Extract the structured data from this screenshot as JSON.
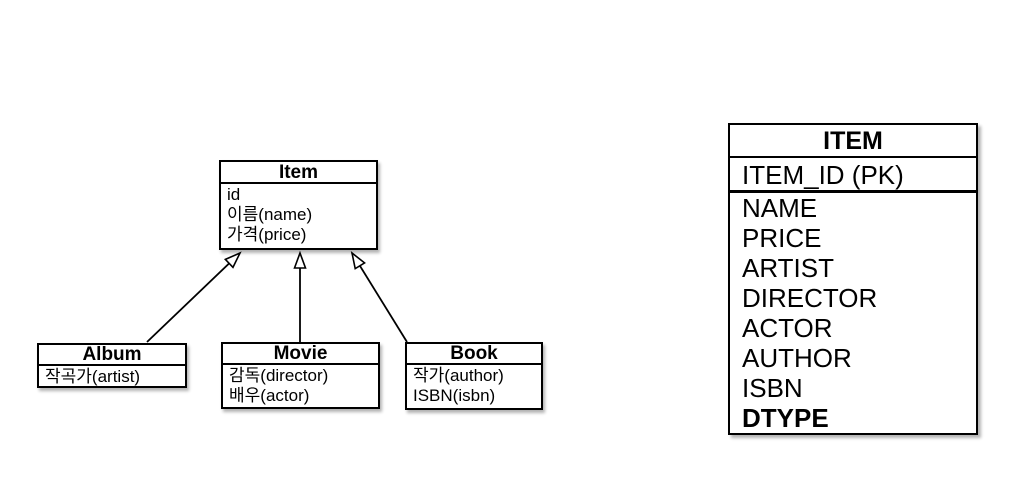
{
  "diagram": {
    "classes": {
      "item": {
        "title": "Item",
        "fields": [
          "id",
          "이름(name)",
          "가격(price)"
        ]
      },
      "album": {
        "title": "Album",
        "fields": [
          "작곡가(artist)"
        ]
      },
      "movie": {
        "title": "Movie",
        "fields": [
          "감독(director)",
          "배우(actor)"
        ]
      },
      "book": {
        "title": "Book",
        "fields": [
          "작가(author)",
          "ISBN(isbn)"
        ]
      }
    },
    "relations": [
      {
        "from": "Album",
        "to": "Item",
        "type": "inheritance"
      },
      {
        "from": "Movie",
        "to": "Item",
        "type": "inheritance"
      },
      {
        "from": "Book",
        "to": "Item",
        "type": "inheritance"
      }
    ]
  },
  "table": {
    "title": "ITEM",
    "primary_key": "ITEM_ID (PK)",
    "columns": [
      "NAME",
      "PRICE",
      "ARTIST",
      "DIRECTOR",
      "ACTOR",
      "AUTHOR",
      "ISBN",
      "DTYPE"
    ],
    "discriminator_column": "DTYPE"
  },
  "colors": {
    "line": "#000000",
    "background": "#ffffff",
    "text": "#000000"
  }
}
